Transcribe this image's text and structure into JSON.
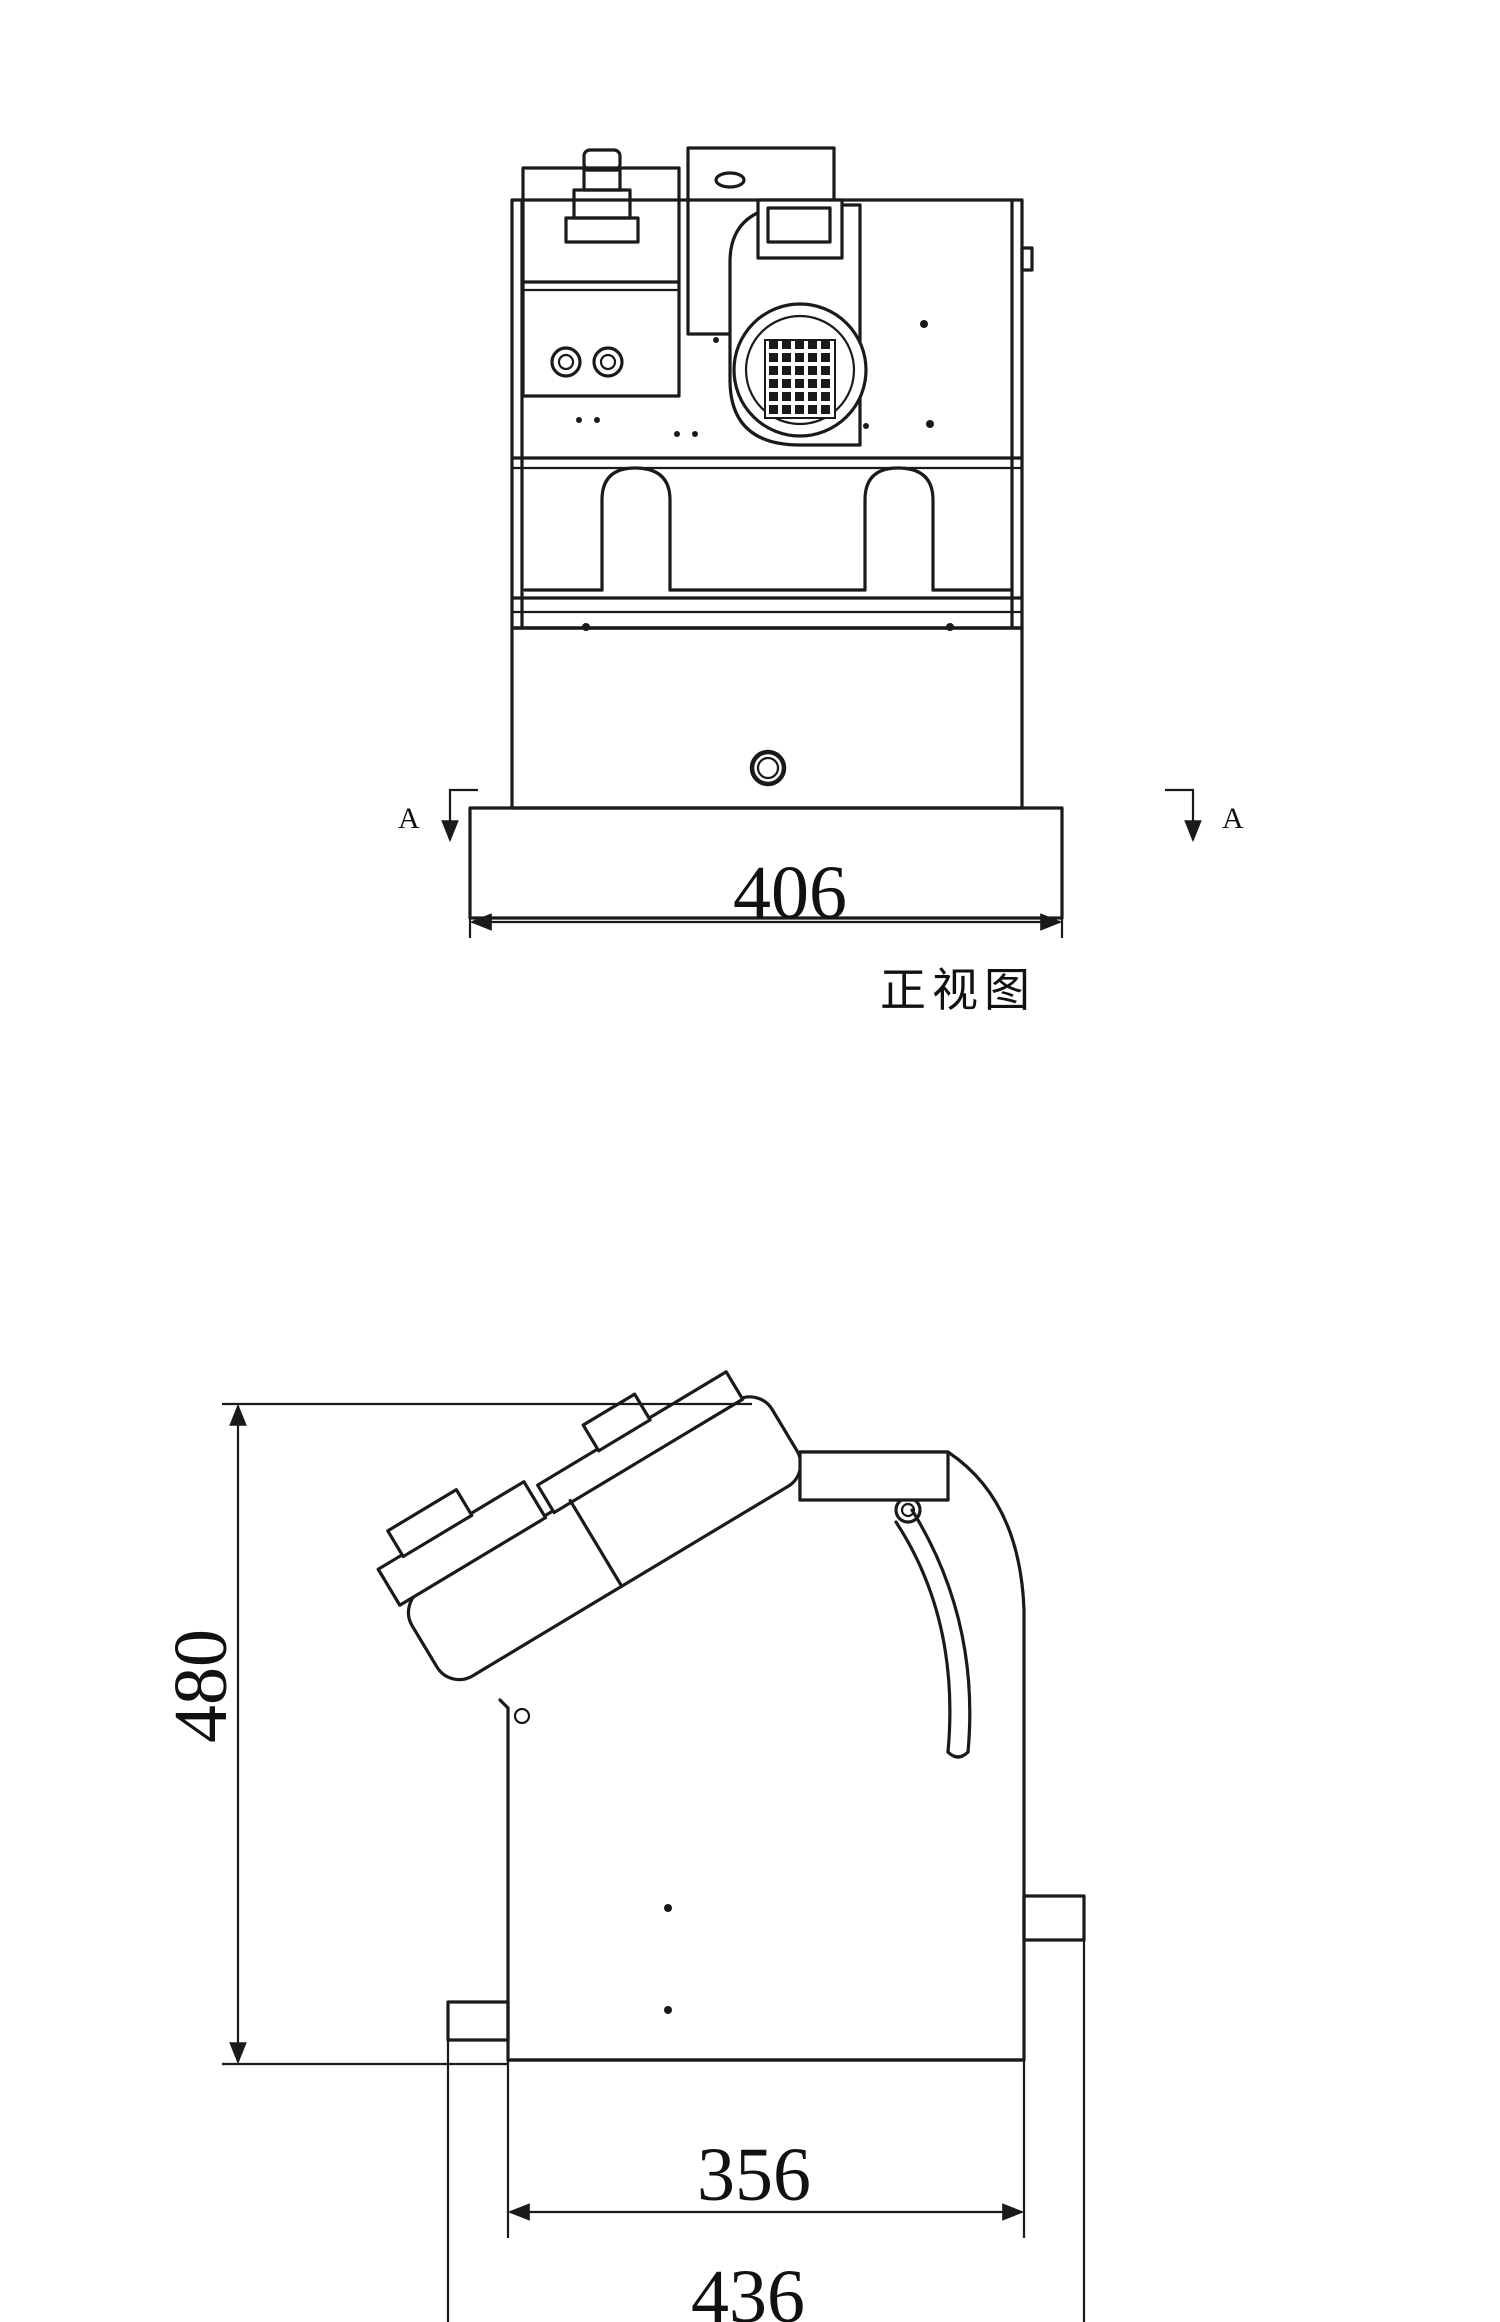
{
  "front_view": {
    "caption": "正视图",
    "section_mark_left": "A",
    "section_mark_right": "A",
    "dim_width": "406"
  },
  "side_view": {
    "dim_height": "480",
    "dim_body_width": "356",
    "dim_overall_width": "436"
  }
}
